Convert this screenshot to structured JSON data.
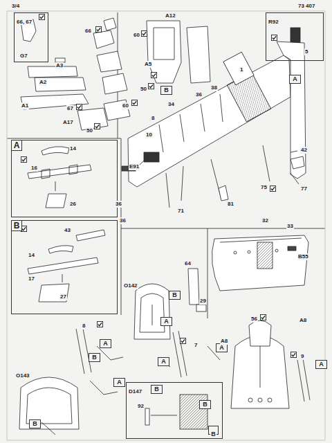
{
  "diagram": {
    "nodes": [
      {
        "text": [
          "A"
        ]
      },
      {
        "text": [
          "B"
        ]
      },
      {
        "text": [
          "66, 67"
        ]
      },
      {
        "text": [
          "R92"
        ]
      },
      {
        "text": [
          "D147"
        ]
      },
      {
        "text": [
          "A"
        ]
      },
      {
        "text": [
          "B"
        ]
      },
      {
        "text": [
          "B"
        ]
      },
      {
        "text": [
          "A"
        ]
      },
      {
        "text": [
          "A"
        ]
      },
      {
        "text": [
          "B"
        ]
      },
      {
        "text": [
          "A"
        ]
      },
      {
        "text": [
          "B"
        ]
      },
      {
        "text": [
          "A"
        ]
      },
      {
        "text": [
          "A"
        ]
      },
      {
        "text": [
          "B"
        ]
      },
      {
        "text": [
          "A"
        ]
      },
      {
        "text": [
          "B"
        ]
      },
      {
        "text": [
          "B"
        ],
        "in": 4
      }
    ],
    "labels": [
      "3/4",
      "73 407",
      "66",
      "60",
      "A3",
      "A2",
      "A5",
      "A1",
      "67",
      "50",
      "60",
      "A17",
      "50",
      "A12",
      "1",
      "8",
      "10",
      "34",
      "36",
      "38",
      "E91",
      "42",
      "77",
      "75",
      "81",
      "71",
      "36",
      "36",
      "14",
      "16",
      "26",
      "43",
      "14",
      "17",
      "27",
      "32",
      "33",
      "B55",
      "64",
      "29",
      "O142",
      "8",
      "7",
      "56",
      "A8",
      "A8",
      "9",
      "O143",
      "92",
      "5",
      "G7"
    ]
  }
}
